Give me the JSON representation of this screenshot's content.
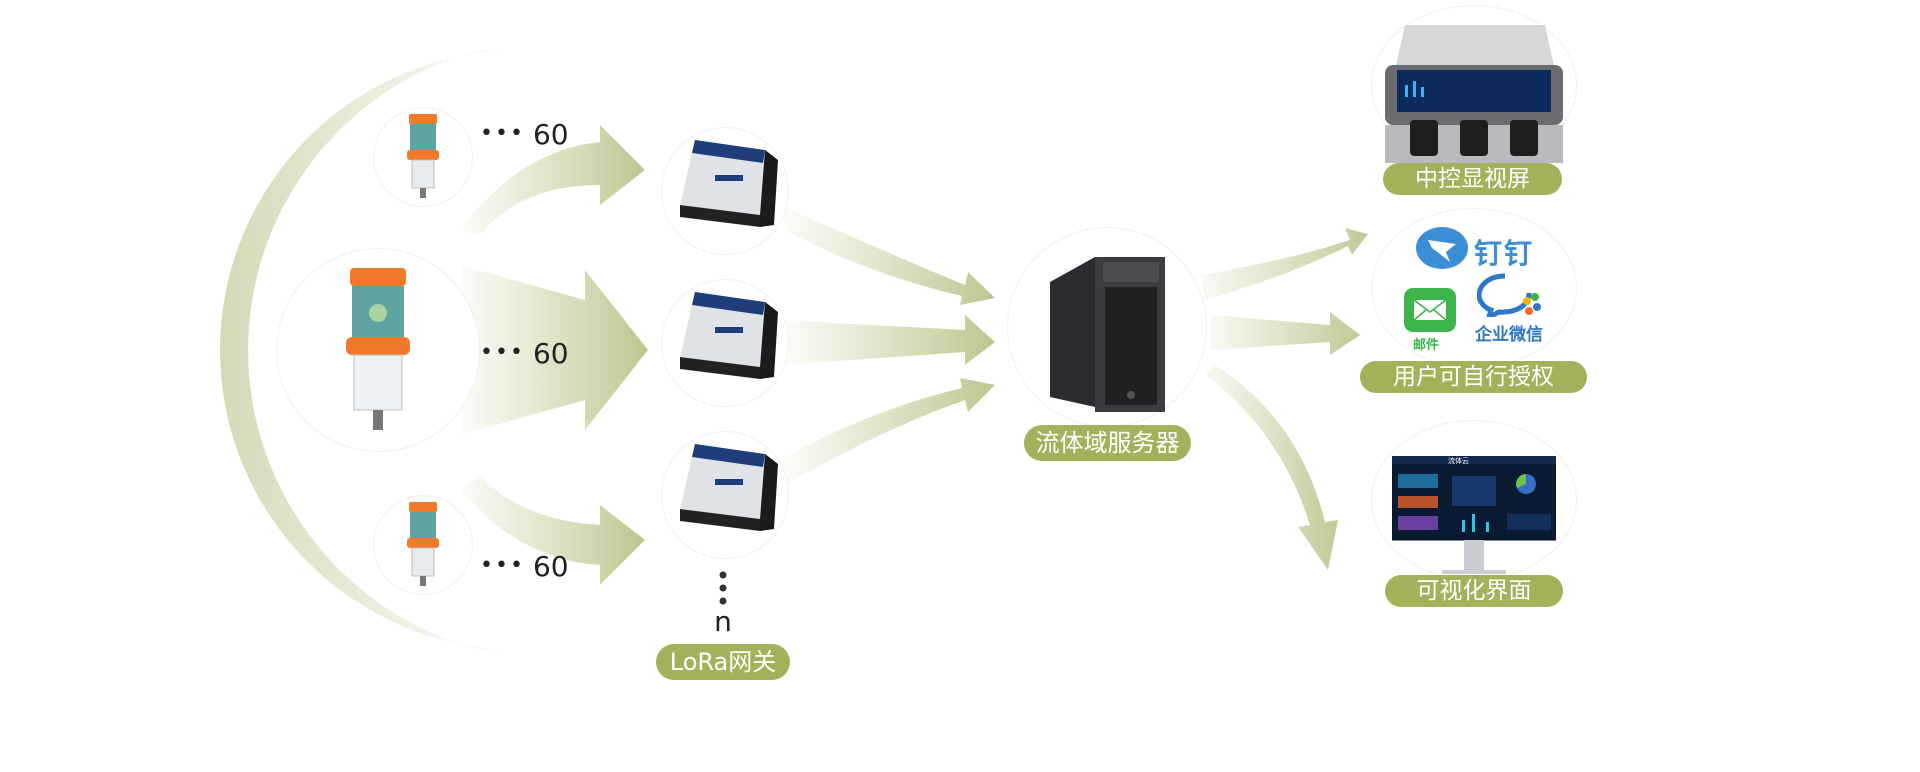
{
  "colors": {
    "accent": "#a3b15a",
    "arrow": "#c5cd9c",
    "arc": "#d9dfc0"
  },
  "devices": [
    {
      "name": "lubricator-small-top",
      "count": "60"
    },
    {
      "name": "lubricator-large",
      "count": "60"
    },
    {
      "name": "lubricator-small-bottom",
      "count": "60"
    }
  ],
  "ellipsis_dots": "•••",
  "gateways": {
    "more_symbol": "n",
    "label": "LoRa网关"
  },
  "server": {
    "label": "流体域服务器"
  },
  "outputs": {
    "control_screen": {
      "label": "中控显视屏"
    },
    "notifications": {
      "label": "用户可自行授权",
      "dingtalk": "钉钉",
      "mail": "邮件",
      "wecom": "企业微信"
    },
    "dashboard": {
      "label": "可视化界面",
      "app_title": "流体云"
    }
  }
}
